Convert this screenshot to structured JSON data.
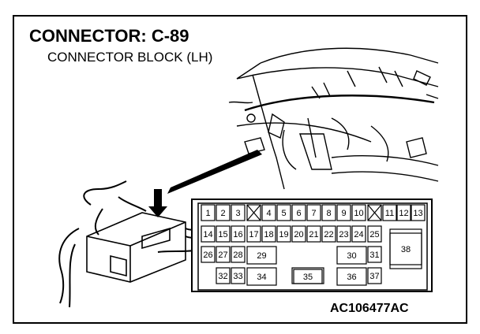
{
  "header": {
    "title": "CONNECTOR: C-89",
    "subtitle": "CONNECTOR BLOCK (LH)"
  },
  "figure_code": "AC106477AC",
  "pins": {
    "row1": [
      "1",
      "2",
      "3",
      "4",
      "5",
      "6",
      "7",
      "8",
      "9",
      "10",
      "11",
      "12",
      "13"
    ],
    "row2": [
      "14",
      "15",
      "16",
      "17",
      "18",
      "19",
      "20",
      "21",
      "22",
      "23",
      "24",
      "25"
    ],
    "row3": [
      "26",
      "27",
      "28",
      "29",
      "30",
      "31",
      "38"
    ],
    "row4": [
      "32",
      "33",
      "34",
      "35",
      "36",
      "37"
    ]
  },
  "colors": {
    "line": "#000000",
    "background": "#ffffff"
  }
}
